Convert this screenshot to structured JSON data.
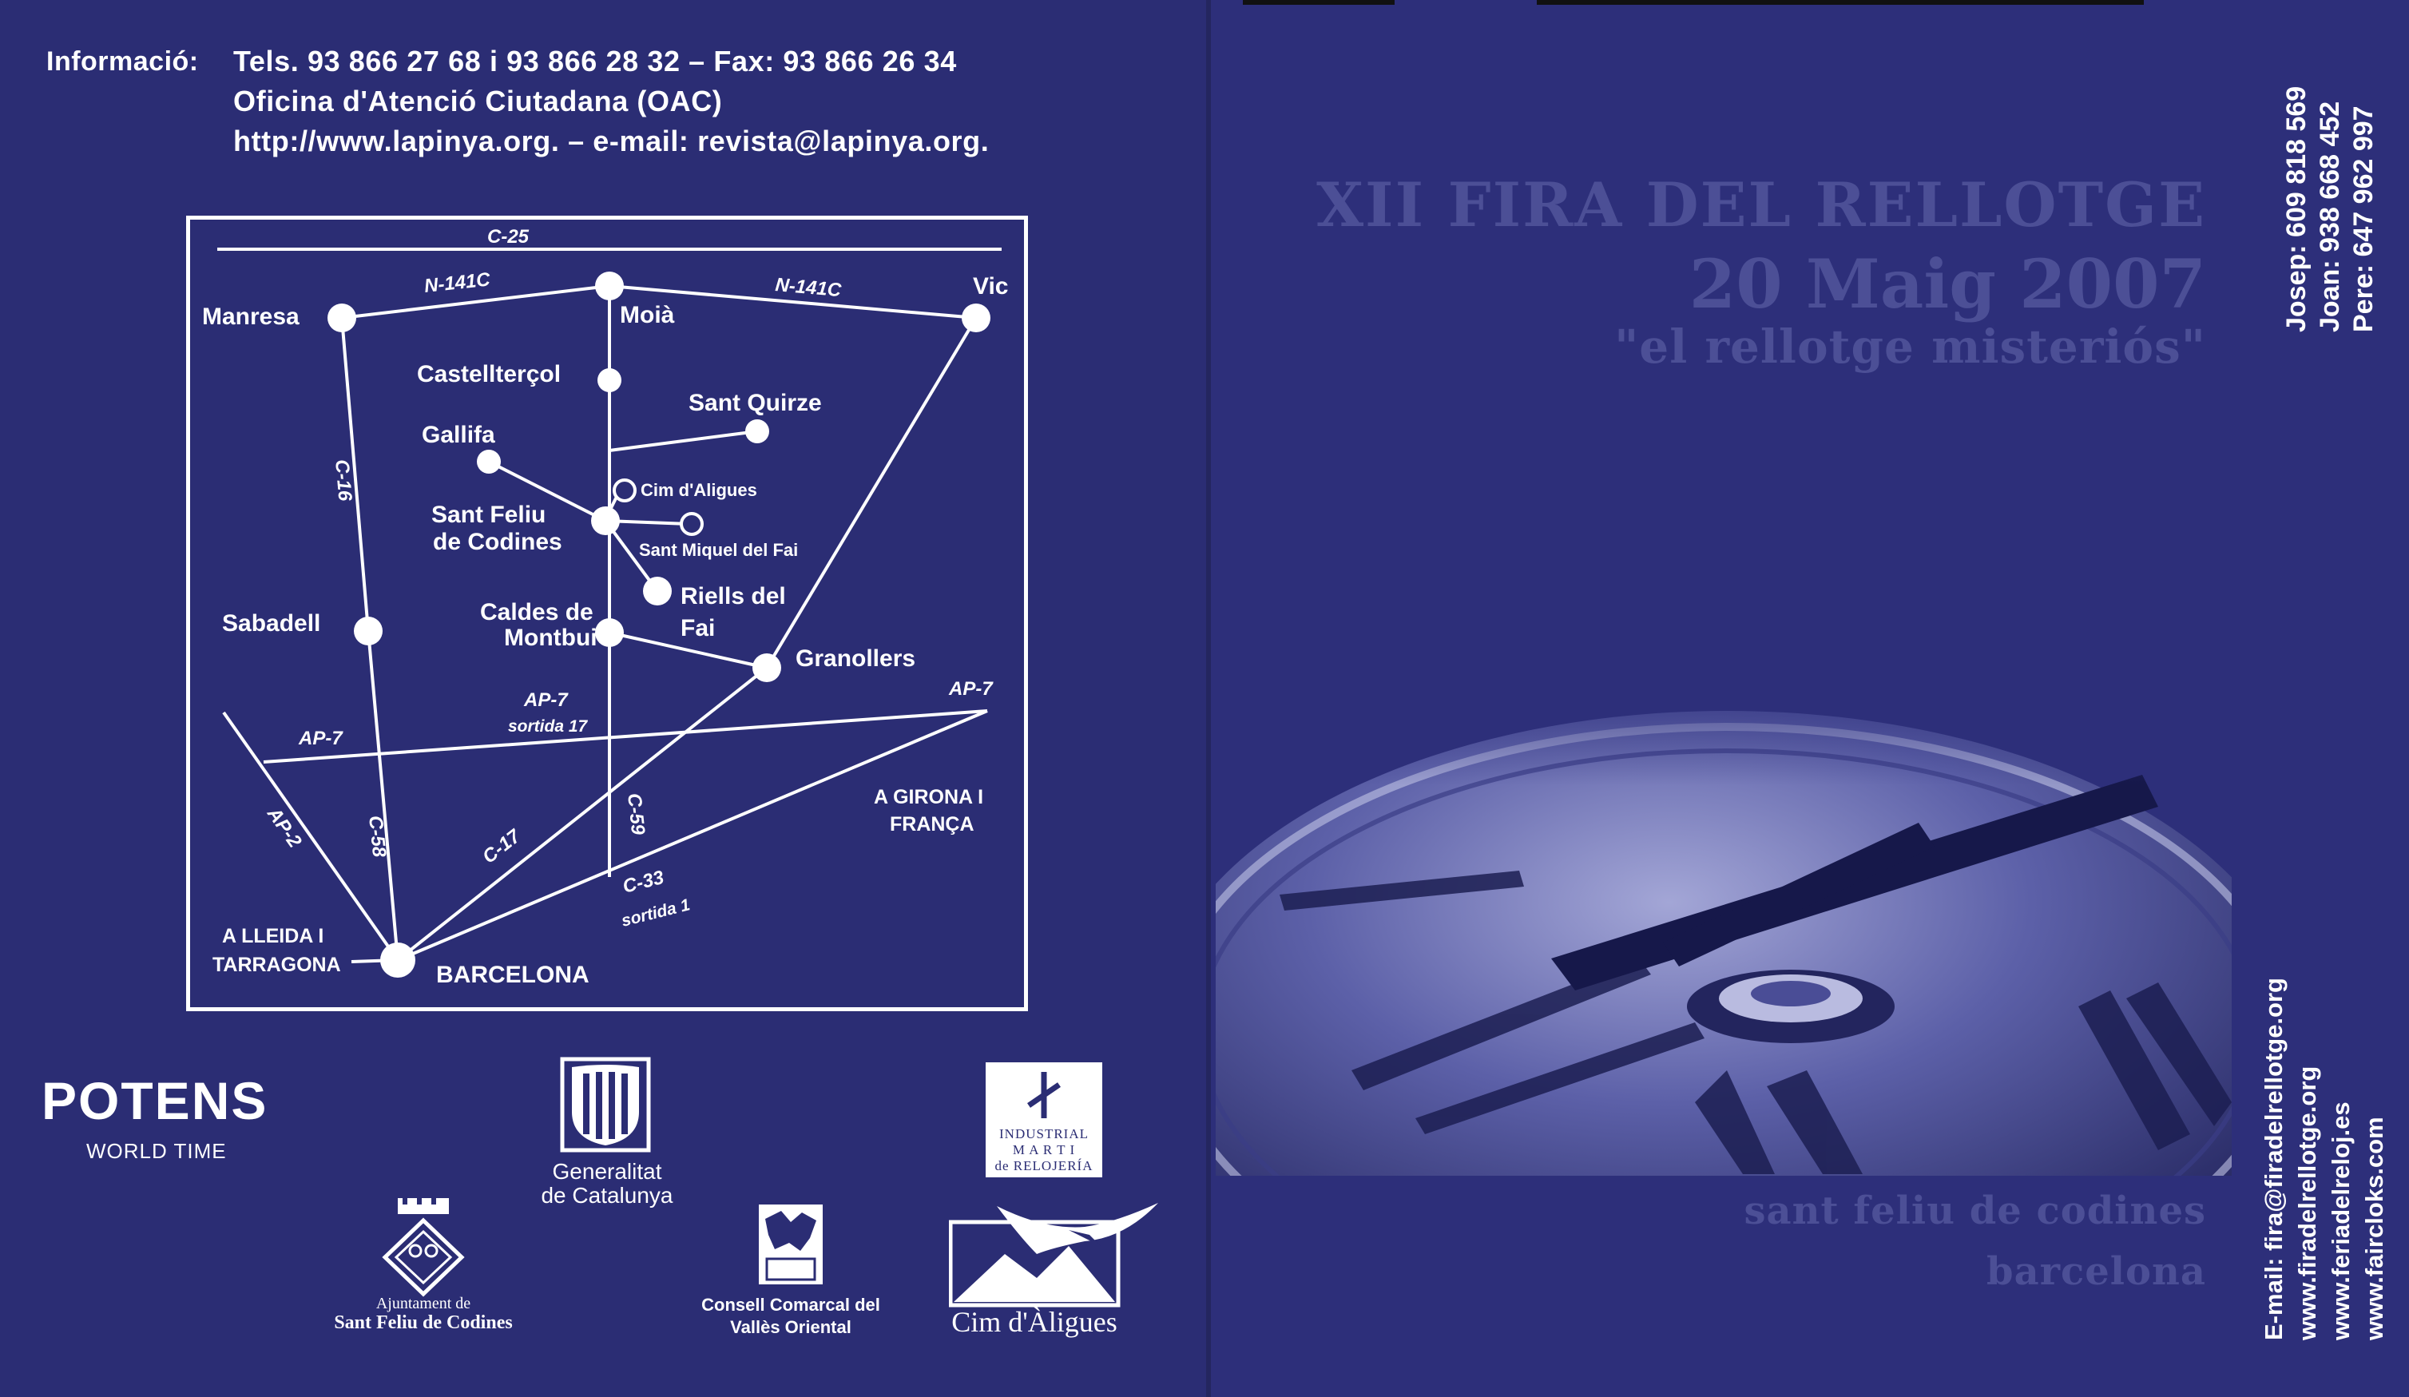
{
  "info": {
    "label": "Informació:",
    "lines": [
      "Tels. 93 866 27 68 i 93 866 28 32 – Fax: 93 866 26 34",
      "Oficina d'Atenció Ciutadana (OAC)",
      "http://www.lapinya.org. – e-mail: revista@lapinya.org."
    ]
  },
  "map": {
    "towns": {
      "manresa": "Manresa",
      "moia": "Moià",
      "vic": "Vic",
      "castellterol": "Castellterçol",
      "sant_quirze": "Sant Quirze",
      "gallifa": "Gallifa",
      "cim_daligues": "Cim d'Aligues",
      "sant_feliu_1": "Sant Feliu",
      "sant_feliu_2": "de Codines",
      "sant_miquel": "Sant Miquel del Fai",
      "riells_1": "Riells del",
      "riells_2": "Fai",
      "sabadell": "Sabadell",
      "caldes_1": "Caldes de",
      "caldes_2": "Montbui",
      "granollers": "Granollers",
      "barcelona": "BARCELONA"
    },
    "roads": {
      "c25": "C-25",
      "n141c_left": "N-141C",
      "n141c_right": "N-141C",
      "c16": "C-16",
      "ap7_left": "AP-7",
      "ap7_mid": "AP-7",
      "ap7_right": "AP-7",
      "sortida17": "sortida 17",
      "ap2": "AP-2",
      "c58": "C-58",
      "c17": "C-17",
      "c59": "C-59",
      "c33": "C-33",
      "sortida1": "sortida 1"
    },
    "destinations": {
      "girona_1": "A GIRONA I",
      "girona_2": "FRANÇA",
      "lleida_1": "A LLEIDA I",
      "lleida_2": "TARRAGONA"
    }
  },
  "logos": {
    "potens_name": "POTENS",
    "potens_sub": "WORLD TIME",
    "generalitat_1": "Generalitat",
    "generalitat_2": "de Catalunya",
    "ajuntament_1": "Ajuntament de",
    "ajuntament_2": "Sant Feliu de Codines",
    "consell_1": "Consell Comarcal del",
    "consell_2": "Vallès Oriental",
    "industrial_1": "INDUSTRIAL",
    "industrial_2": "M A R T I",
    "industrial_3": "de RELOJERÍA",
    "cim": "Cim d'Àligues"
  },
  "cover": {
    "title_1": "XII FIRA DEL RELLOTGE",
    "title_2": "20 Maig 2007",
    "title_3": "\"el rellotge misteriós\"",
    "place_1": "sant feliu de codines",
    "place_2": "barcelona"
  },
  "contacts": {
    "phones": [
      "Josep: 609 818 569",
      "Joan: 938 668 452",
      "Pere: 647 962 997"
    ],
    "web": [
      "E-mail: fira@firadelrellotge.org",
      "www.firadelrellotge.org",
      "www.feriadelreloj.es",
      "www.faircloks.com"
    ]
  },
  "colors": {
    "background": "#2b2d74",
    "title_ink": "#4c4f96"
  }
}
